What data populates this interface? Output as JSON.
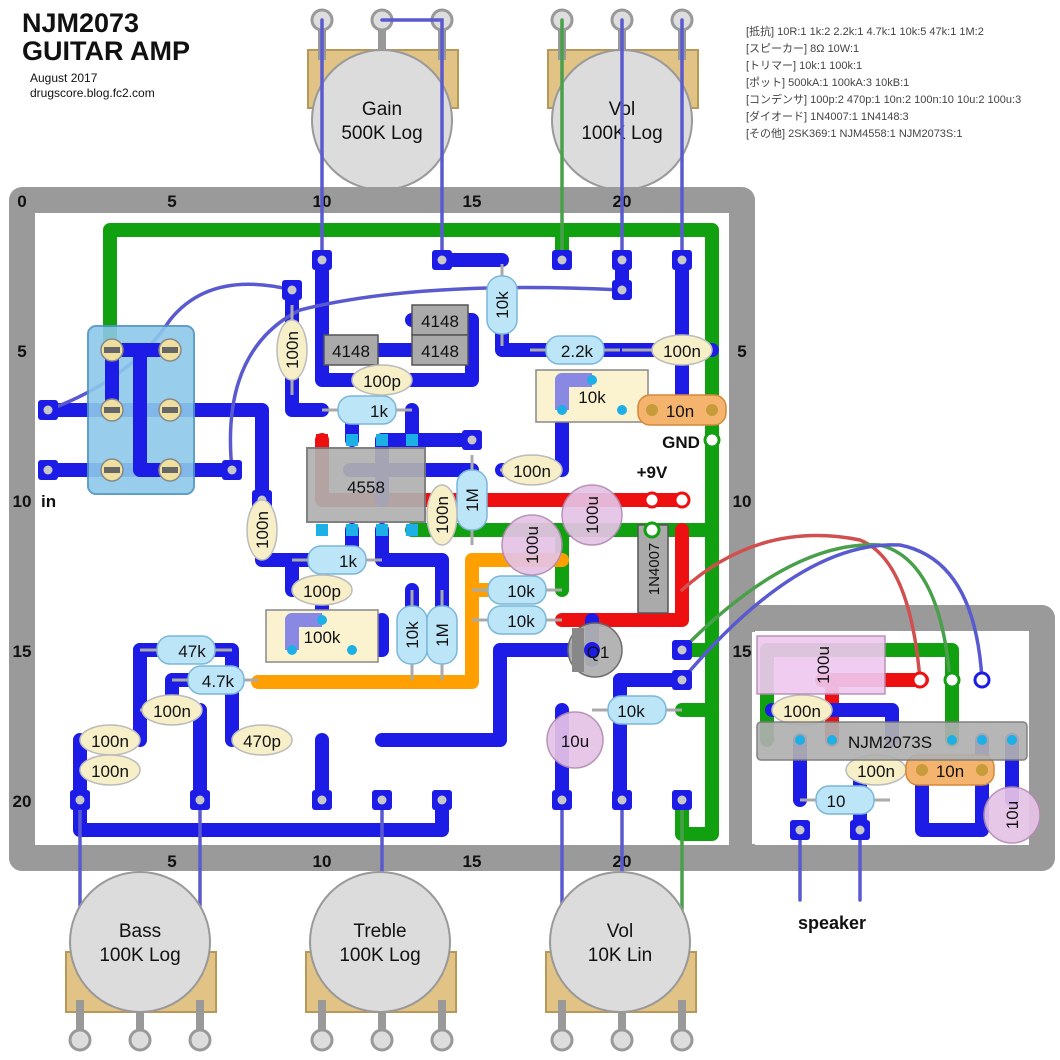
{
  "title": {
    "line1": "NJM2073",
    "line2": "GUITAR AMP",
    "date": "August 2017",
    "site": "drugscore.blog.fc2.com"
  },
  "bom": [
    "[抵抗] 10R:1 1k:2 2.2k:1 4.7k:1 10k:5 47k:1 1M:2",
    "[スピーカー] 8Ω 10W:1",
    "[トリマー] 10k:1 100k:1",
    "[ポット] 500kA:1 100kA:3 10kB:1",
    "[コンデンサ] 100p:2 470p:1 10n:2 100n:10 10u:2 100u:3",
    "[ダイオード] 1N4007:1 1N4148:3",
    "[その他] 2SK369:1 NJM4558:1 NJM2073S:1"
  ],
  "pots": {
    "gain": {
      "name": "Gain",
      "value": "500K Log"
    },
    "vol_top": {
      "name": "Vol",
      "value": "100K Log"
    },
    "bass": {
      "name": "Bass",
      "value": "100K Log"
    },
    "treble": {
      "name": "Treble",
      "value": "100K Log"
    },
    "vol_bottom": {
      "name": "Vol",
      "value": "10K Lin"
    }
  },
  "rulers": {
    "top": [
      "0",
      "5",
      "10",
      "15",
      "20"
    ],
    "bottom": [
      "5",
      "10",
      "15",
      "20"
    ],
    "left": [
      "5",
      "10",
      "15",
      "20"
    ],
    "right": [
      "5",
      "10",
      "15"
    ],
    "in_label": "in"
  },
  "labels": {
    "gnd": "GND",
    "v9": "+9V",
    "speaker": "speaker"
  },
  "ics": {
    "opamp": "4558",
    "amp": "NJM2073S",
    "q1": "Q1"
  },
  "diodes": {
    "d1": "4148",
    "d2": "4148",
    "d3": "4148",
    "d4": "1N4007"
  },
  "trimmers": {
    "t1": "10k",
    "t2": "100k"
  },
  "resistors": {
    "r10k_vert": "10k",
    "r22k": "2.2k",
    "r1k_a": "1k",
    "r1M_a": "1M",
    "r1k_b": "1k",
    "r10k_a": "10k",
    "r10k_b": "10k",
    "r47k": "47k",
    "r47k2": "4.7k",
    "r10k_c": "10k",
    "r1M_b": "1M",
    "r10k_d": "10k",
    "r10": "10"
  },
  "caps": {
    "c100n_a": "100n",
    "c100n_b": "100n",
    "c10n_a": "10n",
    "c100p_a": "100p",
    "c100n_c": "100n",
    "c100n_d": "100n",
    "c100u_a": "100u",
    "c100u_b": "100u",
    "c100n_e": "100n",
    "c100p_b": "100p",
    "c100n_f": "100n",
    "c100n_g": "100n",
    "c100n_h": "100n",
    "c470p": "470p",
    "c10u_a": "10u",
    "c100u_c": "100u",
    "c100n_i": "100n",
    "c100n_j": "100n",
    "c10n_b": "10n",
    "c10u_b": "10u"
  }
}
